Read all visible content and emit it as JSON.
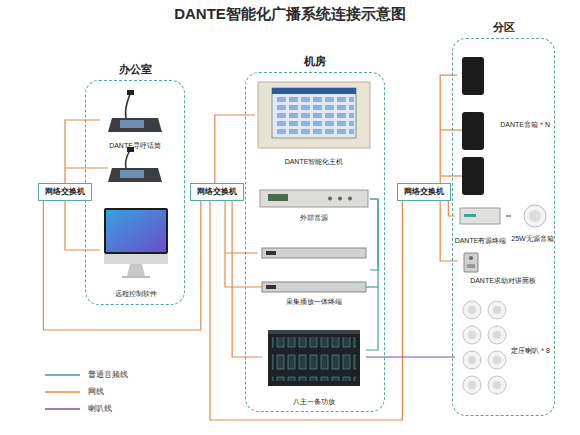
{
  "diagram": {
    "title": "DANTE智能化广播系统连接示意图",
    "nodes": [
      {
        "text": [
          "办公室"
        ]
      },
      {
        "text": [
          "DANTE寻呼话筒"
        ],
        "in": 0
      },
      {
        "text": [
          "远程控制软件"
        ],
        "in": 0
      },
      {
        "text": [
          "网络交换机"
        ]
      },
      {
        "text": [
          "机房"
        ]
      },
      {
        "text": [
          "DANTE智能化主机"
        ],
        "in": 4
      },
      {
        "text": [
          "外部音源"
        ],
        "in": 4
      },
      {
        "text": [
          "采集播放一体终端"
        ],
        "in": 4
      },
      {
        "text": [
          "八主一备功放"
        ],
        "in": 4
      },
      {
        "text": [
          "网络交换机"
        ]
      },
      {
        "text": [
          "网络交换机"
        ]
      },
      {
        "text": [
          "分区"
        ]
      },
      {
        "text": [
          "DANTE音箱＊N"
        ],
        "in": 11
      },
      {
        "text": [
          "DANTE有源终端"
        ],
        "in": 11
      },
      {
        "text": [
          "25W无源音箱"
        ],
        "in": 11
      },
      {
        "text": [
          "DANTE求助对讲面板"
        ],
        "in": 11
      },
      {
        "text": [
          "定压喇叭＊8"
        ],
        "in": 11
      }
    ],
    "edges": [
      {
        "from": 3,
        "to": 1,
        "arrow": "none"
      },
      {
        "from": 3,
        "to": 2,
        "arrow": "none"
      },
      {
        "from": 3,
        "to": 9,
        "arrow": "none"
      },
      {
        "from": 9,
        "to": 5,
        "arrow": "none"
      },
      {
        "from": 9,
        "to": 7,
        "arrow": "none"
      },
      {
        "from": 9,
        "to": 8,
        "arrow": "none"
      },
      {
        "from": 9,
        "to": 10,
        "arrow": "none"
      },
      {
        "from": 6,
        "to": 7,
        "arrow": "none"
      },
      {
        "from": 6,
        "to": 8,
        "arrow": "none"
      },
      {
        "from": 10,
        "to": 12,
        "arrow": "none"
      },
      {
        "from": 10,
        "to": 13,
        "arrow": "none"
      },
      {
        "from": 10,
        "to": 15,
        "arrow": "none"
      },
      {
        "from": 13,
        "to": 14,
        "arrow": "none"
      },
      {
        "from": 8,
        "to": 16,
        "arrow": "none"
      }
    ],
    "legend": [
      {
        "text": "普通音频线"
      },
      {
        "text": "网线"
      },
      {
        "text": "喇叭线"
      }
    ]
  }
}
